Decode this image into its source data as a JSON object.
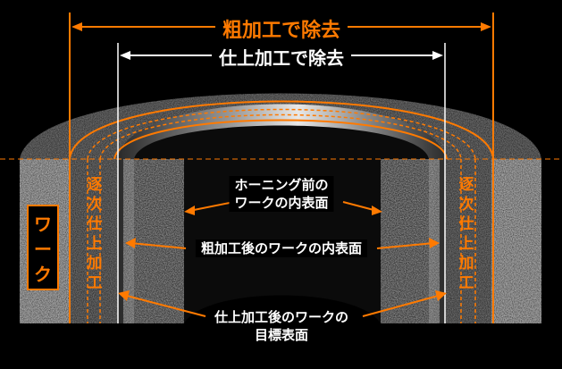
{
  "labels": {
    "rough_removal": "粗加工で除去",
    "finish_removal": "仕上加工で除去",
    "inner_surface_before": "ホーニング前の\nワークの内表面",
    "inner_surface_after_rough": "粗加工後のワークの内表面",
    "target_surface": "仕上加工後のワークの\n目標表面",
    "sequential_finish_left": "逐次仕上加工",
    "sequential_finish_right": "逐次仕上加工",
    "work": "ワーク"
  },
  "colors": {
    "accent": "#ff7a00",
    "text": "#ffffff",
    "background": "#000000"
  }
}
